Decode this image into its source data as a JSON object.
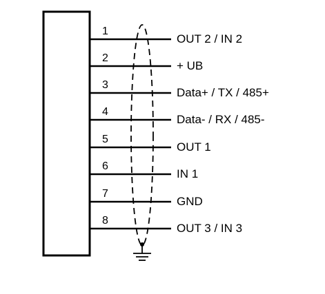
{
  "pins": [
    {
      "number": "1",
      "label": "OUT 2 / IN 2"
    },
    {
      "number": "2",
      "label": "+ UB"
    },
    {
      "number": "3",
      "label": "Data+ / TX / 485+"
    },
    {
      "number": "4",
      "label": "Data- / RX / 485-"
    },
    {
      "number": "5",
      "label": "OUT 1"
    },
    {
      "number": "6",
      "label": "IN 1"
    },
    {
      "number": "7",
      "label": "GND"
    },
    {
      "number": "8",
      "label": "OUT 3 / IN 3"
    }
  ],
  "colors": {
    "line": "#000000",
    "background": "#ffffff"
  }
}
